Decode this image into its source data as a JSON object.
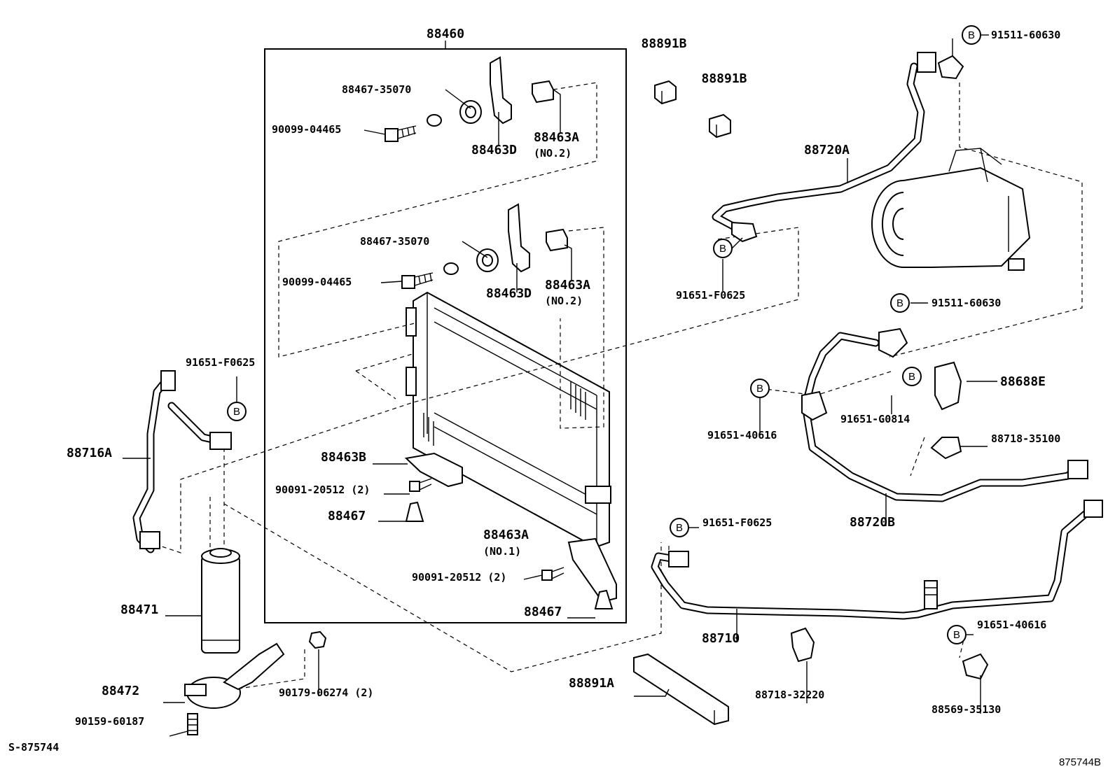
{
  "labels": {
    "condenser_assy": "88460",
    "bracket_b_1": "88891B",
    "bracket_b_2": "88891B",
    "bolt_top": "91511-60630",
    "cushion_1": "88467-35070",
    "bolt_1": "90099-04465",
    "support_d_1": "88463D",
    "support_a_1": "88463A",
    "support_a_1_note": "(NO.2)",
    "cushion_2": "88467-35070",
    "bolt_2": "90099-04465",
    "support_d_2": "88463D",
    "support_a_2": "88463A",
    "support_a_2_note": "(NO.2)",
    "discharge_hose": "88720A",
    "bolt_discharge": "91651-F0625",
    "bolt_mid": "91511-60630",
    "clamp_e": "88688E",
    "bolt_40616_left": "91651-40616",
    "bolt_g0814": "91651-G0814",
    "clamp_35100": "88718-35100",
    "suction_hose": "88720B",
    "bolt_f0625_left": "91651-F0625",
    "liquid_tube": "88716A",
    "support_b": "88463B",
    "bolt_20512_1": "90091-20512 (2)",
    "cushion_88467_1": "88467",
    "support_a_no1": "88463A",
    "support_a_no1_note": "(NO.1)",
    "bolt_20512_2": "90091-20512 (2)",
    "cushion_88467_2": "88467",
    "bolt_f0625_pipe": "91651-F0625",
    "receiver": "88471",
    "pipe_88710": "88710",
    "bolt_40616_right": "91651-40616",
    "bracket_88472": "88472",
    "bolt_06274": "90179-06274 (2)",
    "bracket_a": "88891A",
    "clamp_32220": "88718-32220",
    "clamp_35130": "88569-35130",
    "bolt_60187": "90159-60187",
    "drawing_code": "S-875744",
    "figure_code": "875744B"
  },
  "badge_letter": "B"
}
